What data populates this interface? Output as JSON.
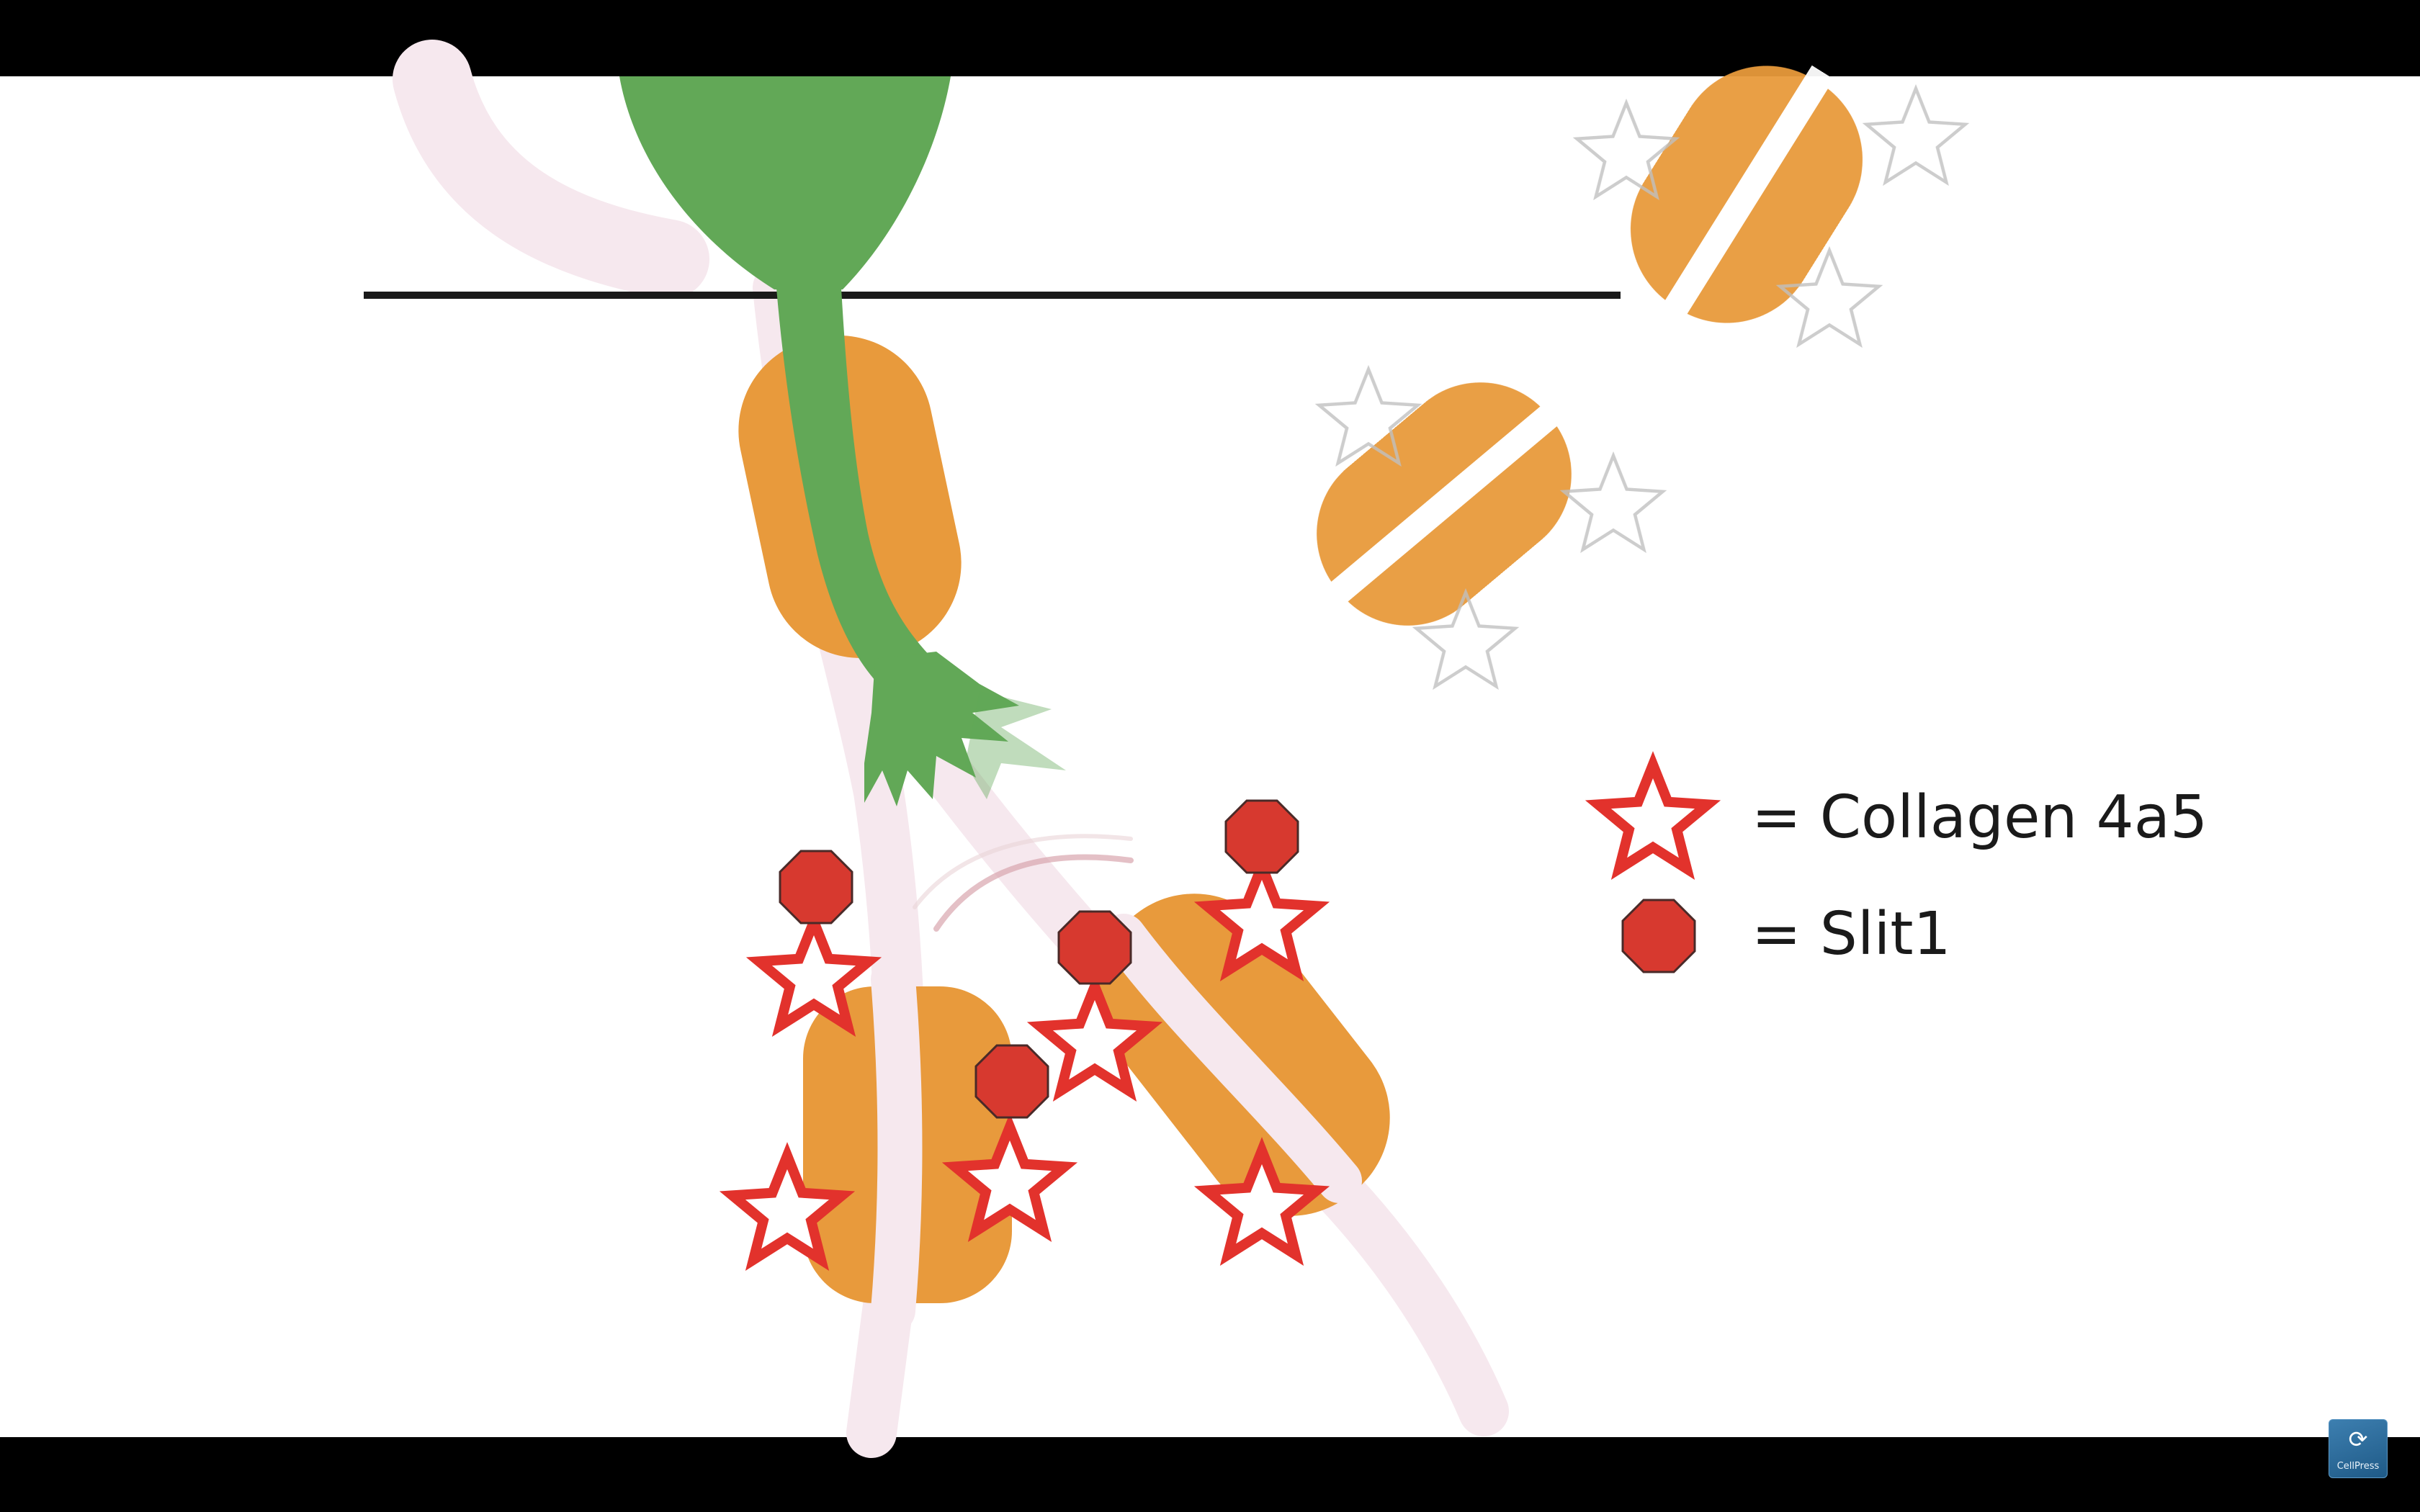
{
  "legend": {
    "collagen_label": "= Collagen 4a5",
    "slit_label": "= Slit1"
  },
  "colors": {
    "background": "#ffffff",
    "letterbox": "#000000",
    "growth_cone": "#62a857",
    "cell_body": "#e89a3c",
    "collagen_star": "#e2322c",
    "slit": "#d7392f",
    "pale_track": "#f6e8ee",
    "membrane_line": "#1a1a1a"
  },
  "icons": {
    "collagen": "red-star-icon",
    "slit": "red-octagon-icon",
    "watermark": "cellpress-logo-icon"
  },
  "watermark": {
    "glyph": "⟳",
    "text": "CellPress"
  }
}
